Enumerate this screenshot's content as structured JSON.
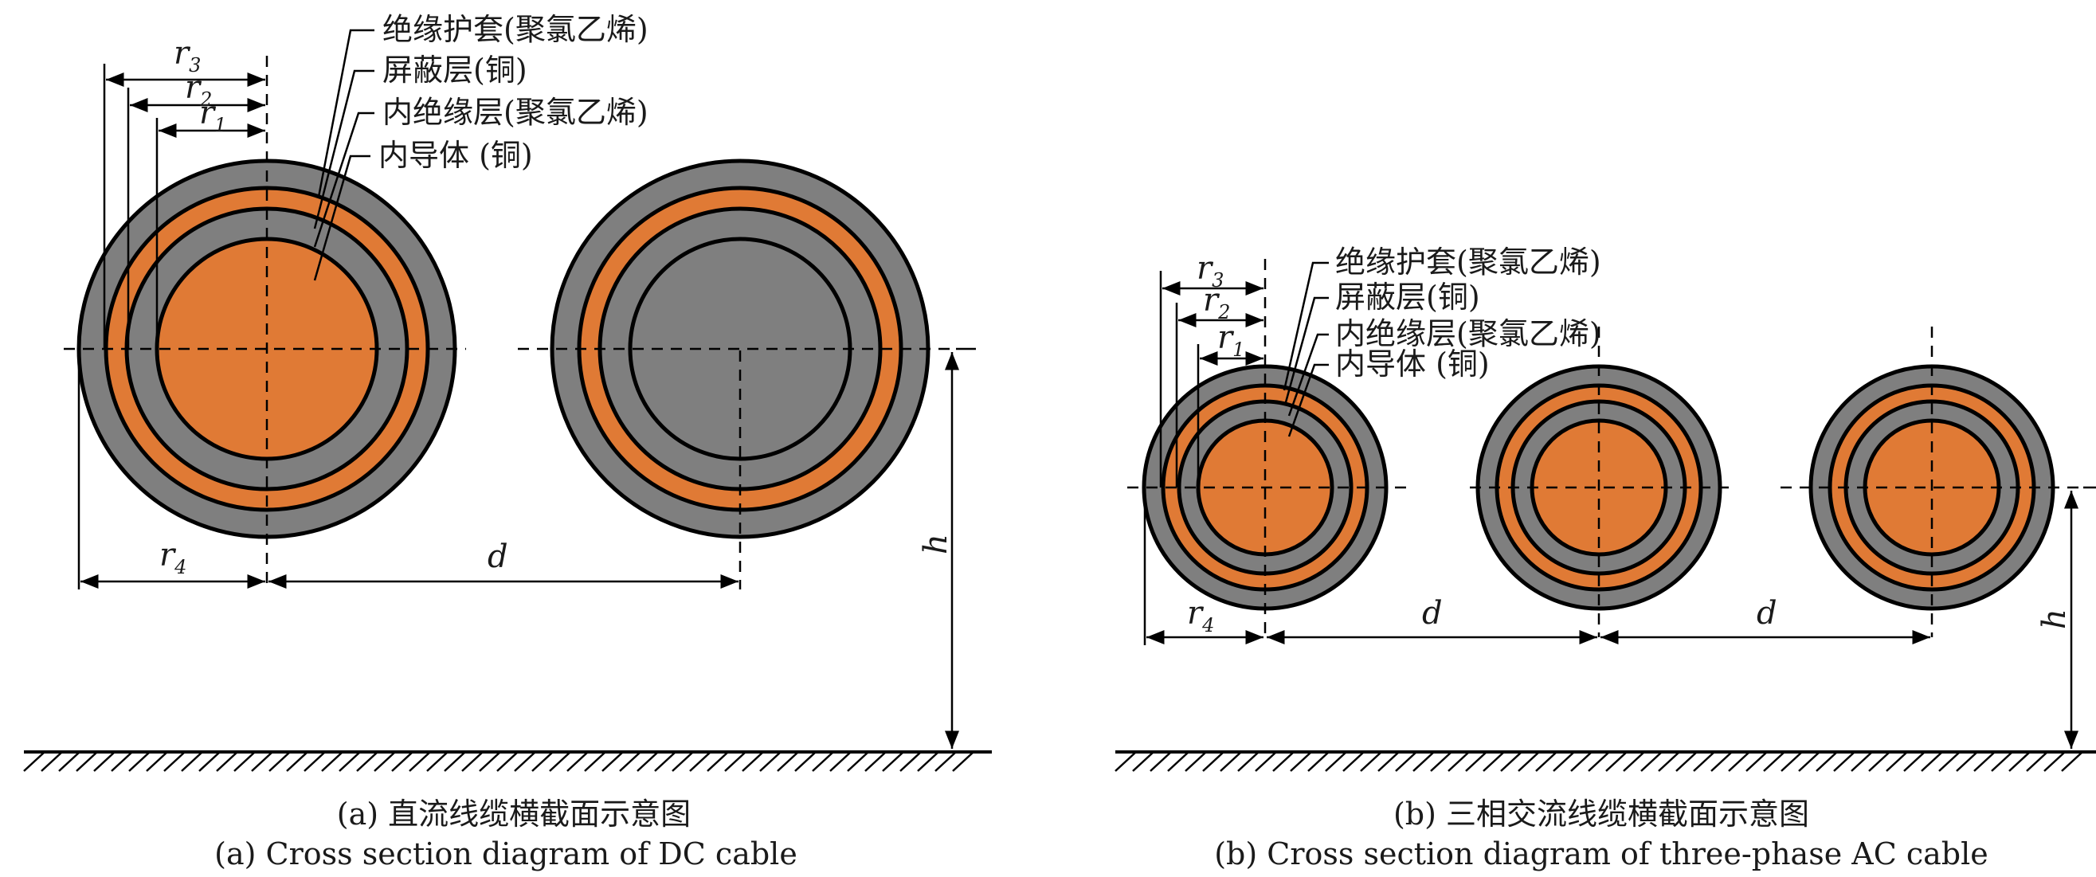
{
  "colors": {
    "insulation": "#7f7f7f",
    "copper": "#e07a35",
    "outline": "#000000",
    "background": "#ffffff"
  },
  "panel_a": {
    "layer_labels": [
      "绝缘护套(聚氯乙烯)",
      "屏蔽层(铜)",
      "内绝缘层(聚氯乙烯)",
      "内导体 (铜)"
    ],
    "dims": {
      "r": "r",
      "r1_sub": "1",
      "r2_sub": "2",
      "r3_sub": "3",
      "r4_sub": "4",
      "d": "d",
      "h": "h"
    },
    "caption_cn": "(a) 直流线缆横截面示意图",
    "caption_en": "(a) Cross section diagram of DC cable"
  },
  "panel_b": {
    "layer_labels": [
      "绝缘护套(聚氯乙烯)",
      "屏蔽层(铜)",
      "内绝缘层(聚氯乙烯)",
      "内导体 (铜)"
    ],
    "dims": {
      "r": "r",
      "r1_sub": "1",
      "r2_sub": "2",
      "r3_sub": "3",
      "r4_sub": "4",
      "d1": "d",
      "d2": "d",
      "h": "h"
    },
    "caption_cn": "(b) 三相交流线缆横截面示意图",
    "caption_en": "(b) Cross section diagram of three-phase AC cable"
  }
}
